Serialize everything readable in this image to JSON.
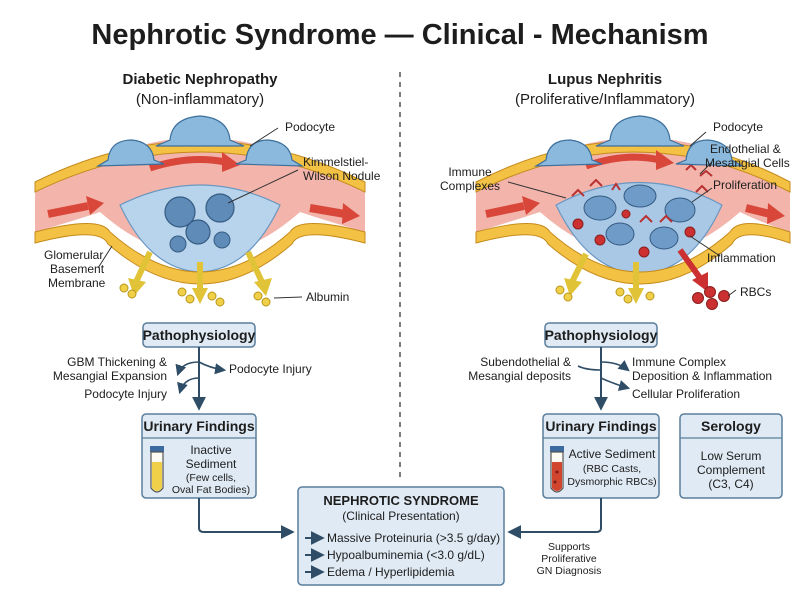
{
  "title": "Nephrotic Syndrome — Clinical - Mechanism",
  "left": {
    "heading": "Diabetic Nephropathy",
    "subheading": "(Non-inflammatory)",
    "labels": {
      "podocyte": "Podocyte",
      "nodule_1": "Kimmelstiel-",
      "nodule_2": "Wilson Nodule",
      "gbm_1": "Glomerular",
      "gbm_2": "Basement",
      "gbm_3": "Membrane",
      "albumin": "Albumin"
    },
    "pathophysiology": {
      "title": "Pathophysiology",
      "item1_line1": "GBM Thickening &",
      "item1_line2": "Mesangial Expansion",
      "item2": "Podocyte Injury",
      "item3": "Podocyte Injury"
    },
    "urinary": {
      "title": "Urinary Findings",
      "line1": "Inactive",
      "line2": "Sediment",
      "line3": "(Few cells,",
      "line4": "Oval Fat Bodies)"
    }
  },
  "right": {
    "heading": "Lupus Nephritis",
    "subheading": "(Proliferative/Inflammatory)",
    "labels": {
      "podocyte": "Podocyte",
      "endo_1": "Endothelial &",
      "endo_2": "Mesangial Cells",
      "immune_1": "Immune",
      "immune_2": "Complexes",
      "proliferation": "Proliferation",
      "inflammation": "Inflammation",
      "rbcs": "RBCs"
    },
    "pathophysiology": {
      "title": "Pathophysiology",
      "item1_line1": "Subendothelial &",
      "item1_line2": "Mesangial deposits",
      "item2_line1": "Immune Complex",
      "item2_line2": "Deposition & Inflammation",
      "item3": "Cellular Proliferation"
    },
    "urinary": {
      "title": "Urinary Findings",
      "line1": "Active Sediment",
      "line2": "(RBC Casts,",
      "line3": "Dysmorphic RBCs)"
    },
    "serology": {
      "title": "Serology",
      "line1": "Low Serum",
      "line2": "Complement",
      "line3": "(C3, C4)"
    },
    "supports_1": "Supports",
    "supports_2": "Proliferative",
    "supports_3": "GN Diagnosis"
  },
  "nephrotic": {
    "title": "NEPHROTIC SYNDROME",
    "subtitle": "(Clinical Presentation)",
    "items": [
      "Massive Proteinuria (>3.5 g/day)",
      "Hypoalbuminemia (<3.0 g/dL)",
      "Edema / Hyperlipidemia"
    ]
  },
  "colors": {
    "box_fill": "#dfeaf4",
    "box_border": "#5a7e9b",
    "arrow": "#2f4d66",
    "flow_arrow": "#d9473b",
    "podocyte": "#8ab9dd",
    "capillary": "#f3b5ab",
    "albumin": "#f0d048",
    "rbc": "#cc3030"
  }
}
